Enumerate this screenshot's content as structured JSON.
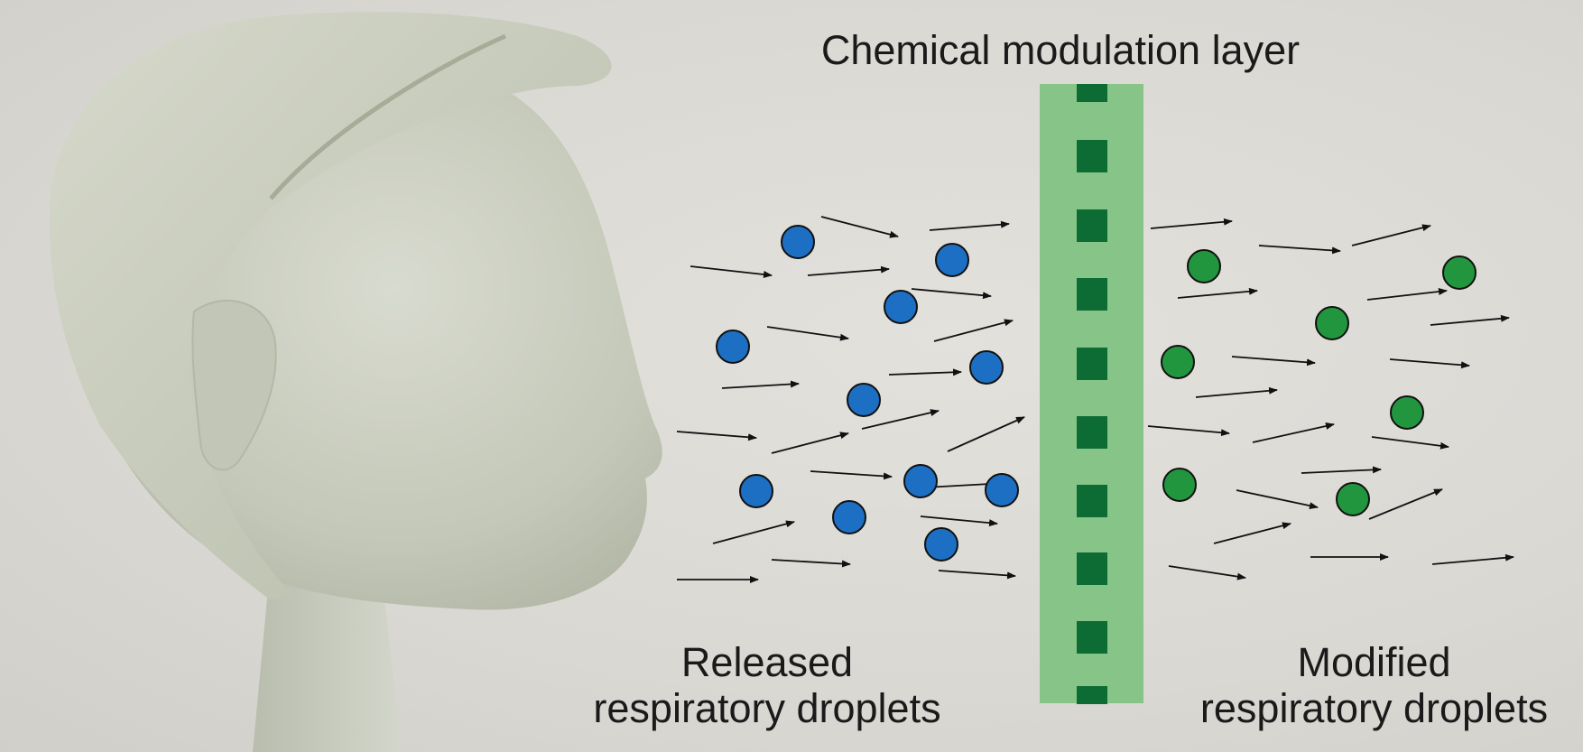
{
  "labels": {
    "layer_title": "Chemical modulation layer",
    "released_line1": "Released",
    "released_line2": "respiratory droplets",
    "modified_line1": "Modified",
    "modified_line2": "respiratory droplets"
  },
  "colors": {
    "released_droplet": "#1d6fc4",
    "modified_droplet": "#21963e",
    "layer_fill": "#86c487",
    "layer_pore": "#0d6b34",
    "head": "#c9ccbe",
    "arrow": "#111111"
  }
}
